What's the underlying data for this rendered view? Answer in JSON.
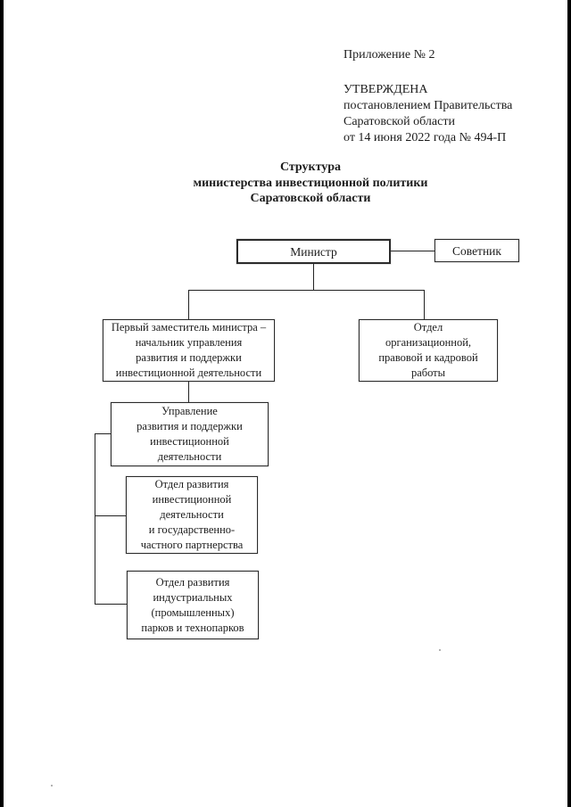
{
  "document": {
    "annex_label": "Приложение № 2",
    "approval_lines": [
      "УТВЕРЖДЕНА",
      "постановлением Правительства",
      "Саратовской области",
      "от 14 июня 2022 года № 494-П"
    ],
    "title_lines": [
      "Структура",
      "министерства инвестиционной политики",
      "Саратовской области"
    ]
  },
  "org_chart": {
    "type": "org-chart",
    "minister": "Министр",
    "advisor": "Советник",
    "first_deputy": "Первый заместитель министра –\nначальник управления\nразвития и поддержки\nинвестиционной деятельности",
    "org_legal_hr_dept": "Отдел\nорганизационной,\nправовой и кадровой\nработы",
    "directorate": "Управление\nразвития и поддержки\nинвестиционной\nдеятельности",
    "invest_ppp_dept": "Отдел развития\nинвестиционной\nдеятельности\nи государственно-\nчастного партнерства",
    "industrial_parks_dept": "Отдел развития\nиндустриальных\n(промышленных)\nпарков и технопарков",
    "edges": [
      [
        "minister",
        "advisor"
      ],
      [
        "minister",
        "first_deputy"
      ],
      [
        "minister",
        "org_legal_hr_dept"
      ],
      [
        "first_deputy",
        "directorate"
      ],
      [
        "directorate",
        "invest_ppp_dept"
      ],
      [
        "directorate",
        "industrial_parks_dept"
      ]
    ]
  },
  "colors": {
    "ink": "#1c1c1c",
    "box_border": "#2b2b2b",
    "page_bg": "#ffffff",
    "scan_bar": "#000000"
  }
}
